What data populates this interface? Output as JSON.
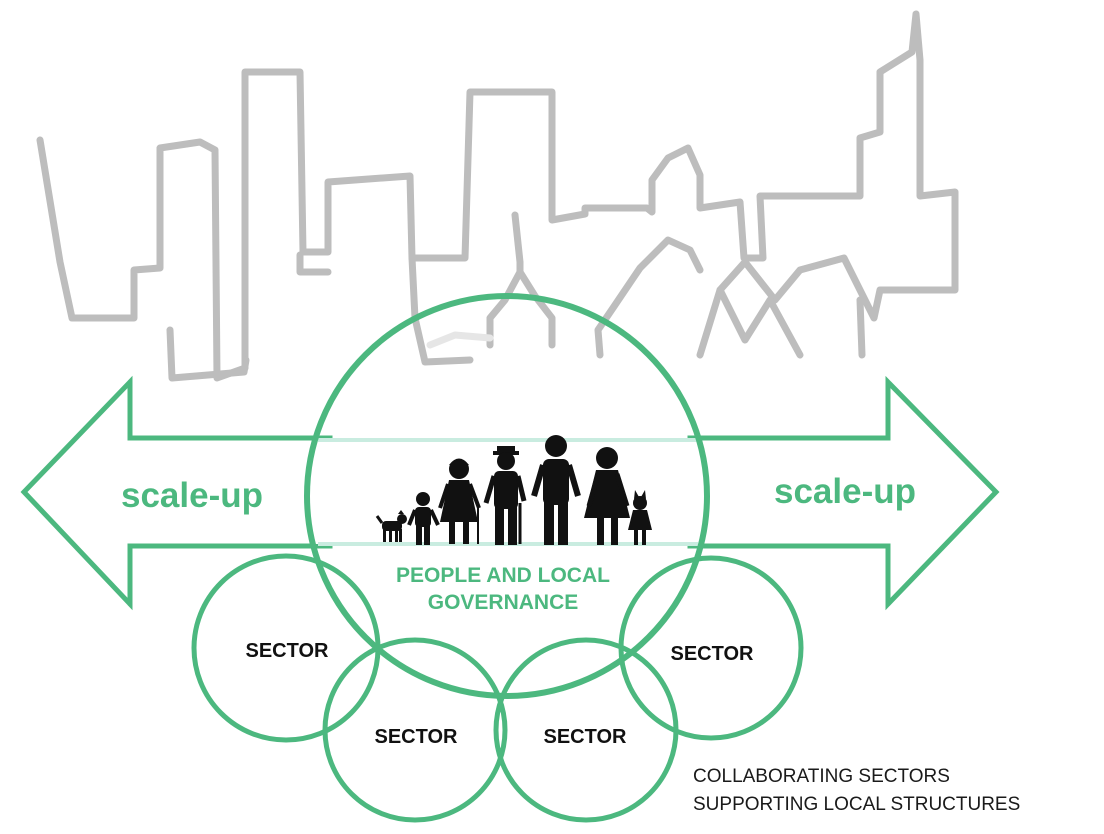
{
  "diagram": {
    "arrow_left_label": "scale-up",
    "arrow_right_label": "scale-up",
    "center_label_line1": "PEOPLE AND LOCAL",
    "center_label_line2": "GOVERNANCE",
    "sectors": [
      "SECTOR",
      "SECTOR",
      "SECTOR",
      "SECTOR"
    ],
    "caption_line1": "COLLABORATING SECTORS",
    "caption_line2": "SUPPORTING LOCAL STRUCTURES",
    "icons": [
      "city-skyline-icon",
      "dog-icon",
      "child-icon",
      "grandmother-icon",
      "grandfather-icon",
      "man-icon",
      "woman-icon",
      "cat-icon"
    ],
    "colors": {
      "accent": "#4cb87f",
      "skyline": "#bdbdbd",
      "band": "#c9ece0",
      "figures": "#111111"
    }
  }
}
